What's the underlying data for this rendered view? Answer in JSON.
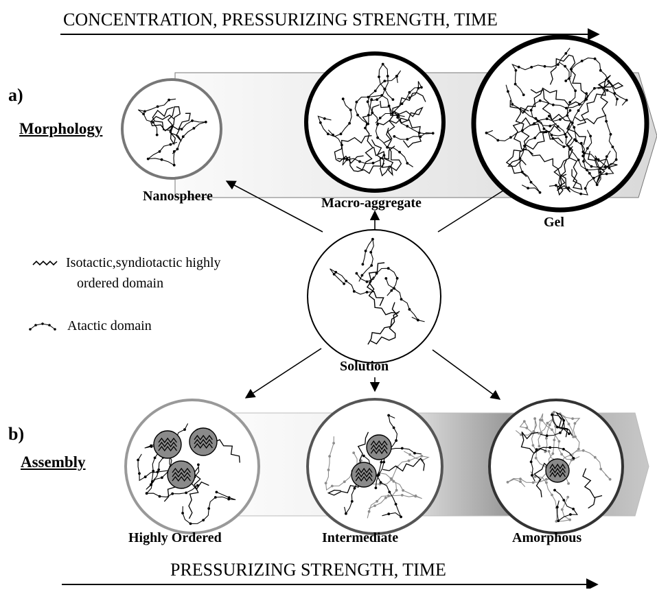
{
  "top_axis": {
    "label": "CONCENTRATION, PRESSURIZING STRENGTH,  TIME"
  },
  "bottom_axis": {
    "label": "PRESSURIZING STRENGTH, TIME"
  },
  "section_a": {
    "letter": "a)",
    "title": "Morphology"
  },
  "section_b": {
    "letter": "b)",
    "title": "Assembly"
  },
  "center": {
    "label": "Solution"
  },
  "morphology": {
    "nanosphere": "Nanosphere",
    "macro_aggregate": "Macro-aggregate",
    "gel": "Gel"
  },
  "assembly": {
    "highly_ordered": "Highly Ordered",
    "intermediate": "Intermediate",
    "amorphous": "Amorphous"
  },
  "legend": {
    "ordered_line1": "Isotactic,syndiotactic highly",
    "ordered_line2": "ordered domain",
    "atactic": "Atactic domain"
  },
  "colors": {
    "ink": "#000000",
    "band_light": "#e6e6e6",
    "band_dark": "#9a9a9a",
    "crystal_fill": "#8a8a8a",
    "gray_chain": "#8c8c8c"
  }
}
